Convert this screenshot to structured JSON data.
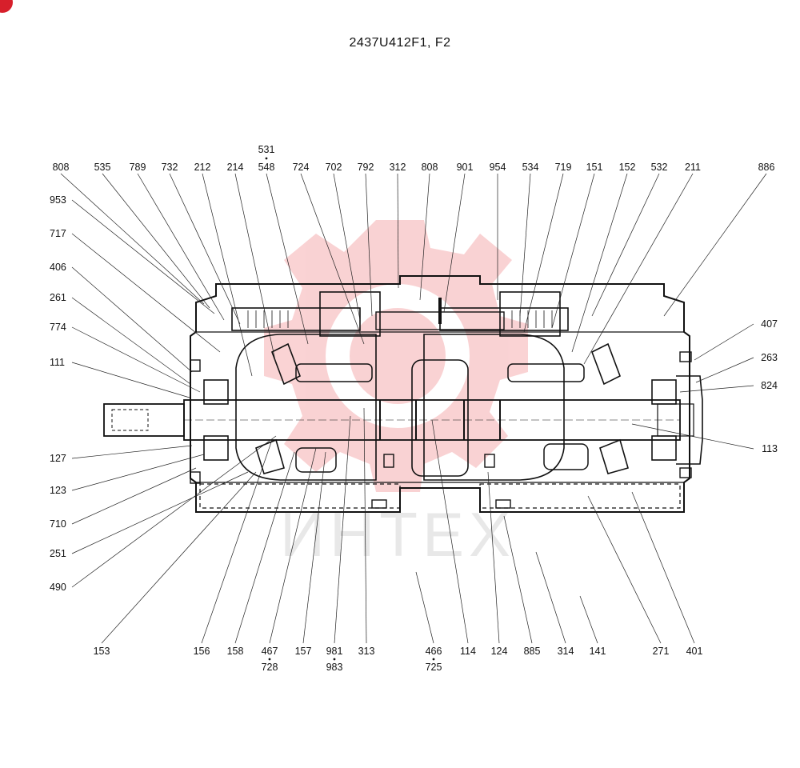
{
  "title": "2437U412F1, F2",
  "watermark": {
    "text": "ИНТЕХ",
    "color": "#e8383d"
  },
  "callouts": {
    "top": [
      {
        "label": "808",
        "to": [
          255,
          380
        ]
      },
      {
        "label": "535",
        "to": [
          262,
          385
        ]
      },
      {
        "label": "789",
        "to": [
          280,
          400
        ]
      },
      {
        "label": "732",
        "to": [
          300,
          405
        ]
      },
      {
        "label": "212",
        "to": [
          315,
          470
        ]
      },
      {
        "label": "214",
        "to": [
          345,
          455
        ]
      },
      {
        "label": "548",
        "to": [
          385,
          430
        ]
      },
      {
        "label": "724",
        "to": [
          455,
          430
        ]
      },
      {
        "label": "702",
        "to": [
          450,
          400
        ]
      },
      {
        "label": "792",
        "to": [
          465,
          395
        ]
      },
      {
        "label": "312",
        "to": [
          498,
          360
        ]
      },
      {
        "label": "808",
        "to": [
          525,
          375
        ]
      },
      {
        "label": "901",
        "to": [
          555,
          390
        ]
      },
      {
        "label": "954",
        "to": [
          622,
          375
        ]
      },
      {
        "label": "534",
        "to": [
          650,
          395
        ]
      },
      {
        "label": "719",
        "to": [
          655,
          415
        ]
      },
      {
        "label": "151",
        "to": [
          690,
          410
        ]
      },
      {
        "label": "152",
        "to": [
          715,
          440
        ]
      },
      {
        "label": "532",
        "to": [
          740,
          395
        ]
      },
      {
        "label": "211",
        "to": [
          730,
          455
        ]
      },
      {
        "label": "886",
        "to": [
          830,
          395
        ]
      }
    ],
    "top_extra": {
      "label": "531"
    },
    "left": [
      {
        "label": "953",
        "to": [
          268,
          392
        ]
      },
      {
        "label": "717",
        "to": [
          275,
          440
        ]
      },
      {
        "label": "406",
        "to": [
          240,
          465
        ]
      },
      {
        "label": "261",
        "to": [
          238,
          480
        ]
      },
      {
        "label": "774",
        "to": [
          250,
          490
        ]
      },
      {
        "label": "111",
        "to": [
          237,
          497
        ]
      },
      {
        "label": "127",
        "to": [
          240,
          557
        ]
      },
      {
        "label": "123",
        "to": [
          255,
          568
        ]
      },
      {
        "label": "710",
        "to": [
          245,
          585
        ]
      },
      {
        "label": "251",
        "to": [
          310,
          590
        ]
      },
      {
        "label": "490",
        "to": [
          345,
          545
        ]
      }
    ],
    "right": [
      {
        "label": "407",
        "to": [
          868,
          450
        ]
      },
      {
        "label": "263",
        "to": [
          870,
          478
        ]
      },
      {
        "label": "824",
        "to": [
          850,
          490
        ]
      },
      {
        "label": "113",
        "to": [
          790,
          530
        ]
      }
    ],
    "bottom": [
      {
        "label": "153",
        "to": [
          320,
          590
        ]
      },
      {
        "label": "156",
        "to": [
          340,
          550
        ]
      },
      {
        "label": "158",
        "to": [
          368,
          565
        ]
      },
      {
        "label": "467",
        "sub": "728",
        "to": [
          395,
          560
        ]
      },
      {
        "label": "157",
        "to": [
          407,
          565
        ]
      },
      {
        "label": "981",
        "sub": "983",
        "to": [
          438,
          520
        ]
      },
      {
        "label": "313",
        "to": [
          455,
          510
        ]
      },
      {
        "label": "466",
        "sub": "725",
        "to": [
          520,
          715
        ]
      },
      {
        "label": "114",
        "to": [
          540,
          525
        ]
      },
      {
        "label": "124",
        "to": [
          610,
          590
        ]
      },
      {
        "label": "885",
        "to": [
          630,
          645
        ]
      },
      {
        "label": "314",
        "to": [
          670,
          690
        ]
      },
      {
        "label": "141",
        "to": [
          725,
          745
        ]
      },
      {
        "label": "271",
        "to": [
          735,
          620
        ]
      },
      {
        "label": "401",
        "to": [
          790,
          615
        ]
      }
    ]
  }
}
